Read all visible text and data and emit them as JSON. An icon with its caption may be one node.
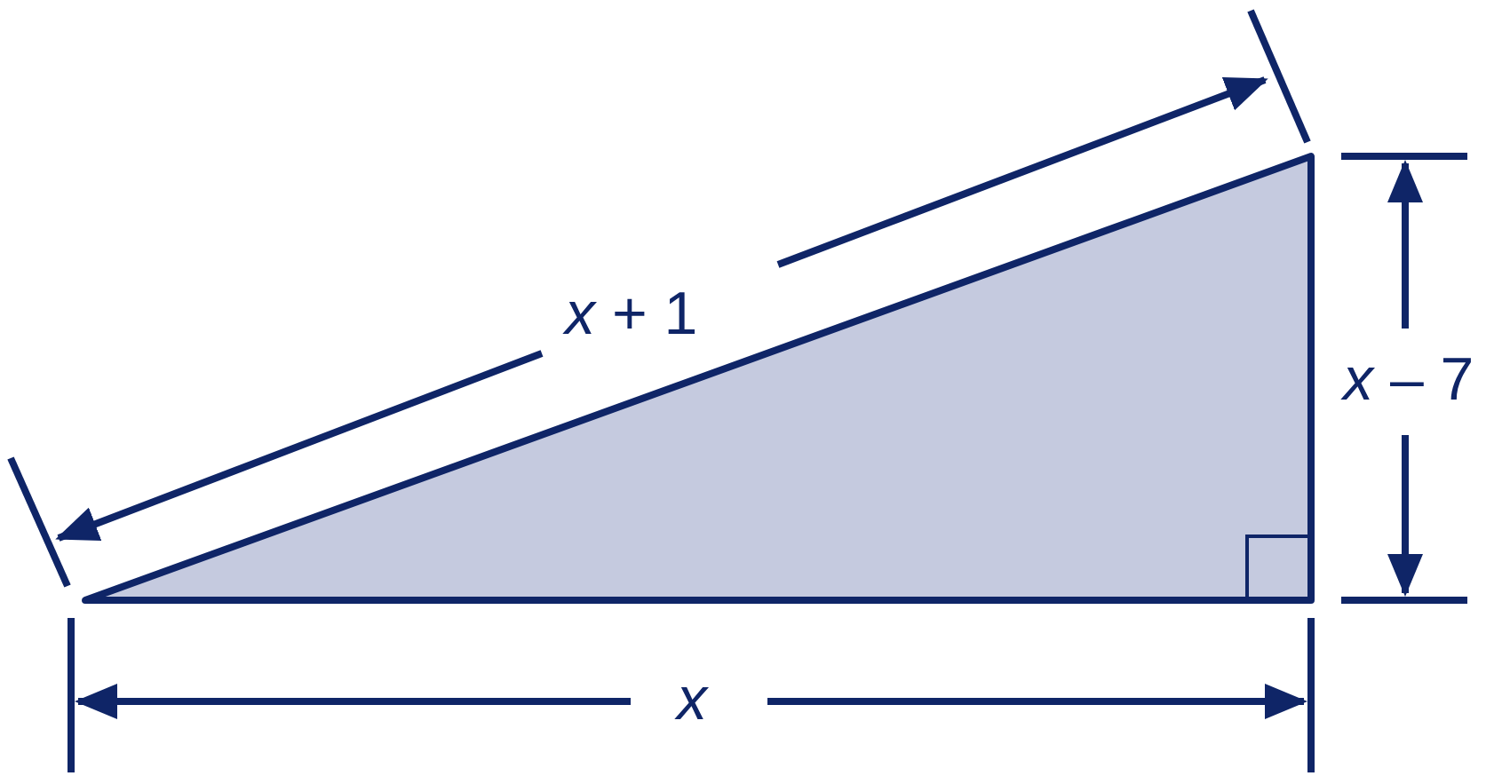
{
  "diagram": {
    "labels": [
      "*x* + 1",
      "*x* – 7",
      "*x*"
    ]
  }
}
